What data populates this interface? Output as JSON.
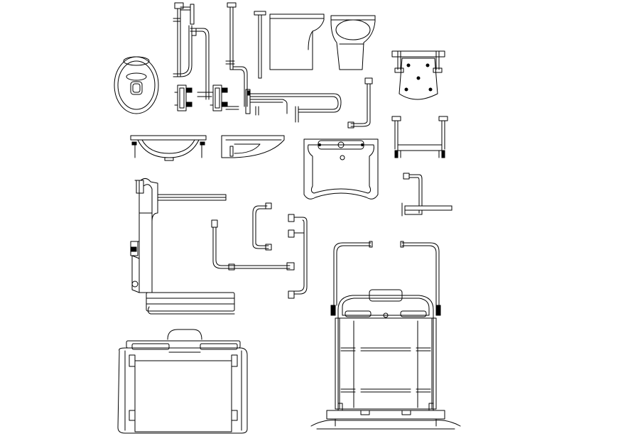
{
  "drawing": {
    "background": "#ffffff",
    "line_color": "#000000",
    "components": [
      "toilet-top-view",
      "wall-grab-bar-vertical",
      "wall-grab-bar-long",
      "ceiling-support-pole",
      "toilet-side-view",
      "toilet-front-view",
      "shower-seat-top-view",
      "shower-seat-front-view",
      "washbasin-front-view",
      "washbasin-side-view",
      "washbasin-top-view",
      "fold-up-grab-rail",
      "l-shaped-grab-bar",
      "u-shaped-grab-bar",
      "shelf-bracket",
      "shower-chair-side-view",
      "shower-chair-top-view",
      "shower-trolley-front-view"
    ]
  }
}
